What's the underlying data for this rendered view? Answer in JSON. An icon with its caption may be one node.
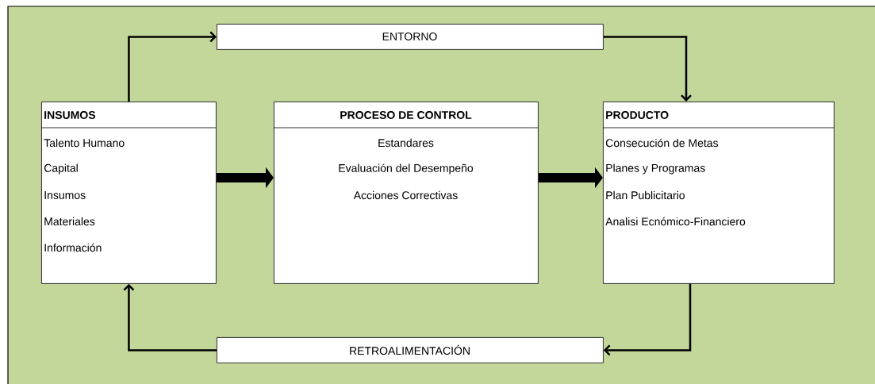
{
  "diagram": {
    "nodes": [
      {
        "text": [
          "ENTORNO"
        ]
      },
      {
        "text": [
          "INSUMOS",
          "Talento Humano",
          "Capital",
          "Insumos",
          "Materiales",
          "Información"
        ]
      },
      {
        "text": [
          "PROCESO DE CONTROL",
          "Estandares",
          "Evaluación del Desempeño",
          "Acciones Correctivas"
        ]
      },
      {
        "text": [
          "PRODUCTO",
          "Consecución de Metas",
          "Planes y Programas",
          "Plan Publicitario",
          "Analisi Ecnómico-Financiero"
        ]
      },
      {
        "text": [
          "RETROALIMENTACIÓN"
        ]
      }
    ],
    "edges": [
      {
        "from": 1,
        "to": 0,
        "arrow": "to"
      },
      {
        "from": 0,
        "to": 3,
        "arrow": "to"
      },
      {
        "from": 1,
        "to": 2,
        "arrow": "to",
        "style": "thick"
      },
      {
        "from": 2,
        "to": 3,
        "arrow": "to",
        "style": "thick"
      },
      {
        "from": 3,
        "to": 4,
        "arrow": "to"
      },
      {
        "from": 4,
        "to": 1,
        "arrow": "to"
      }
    ]
  }
}
